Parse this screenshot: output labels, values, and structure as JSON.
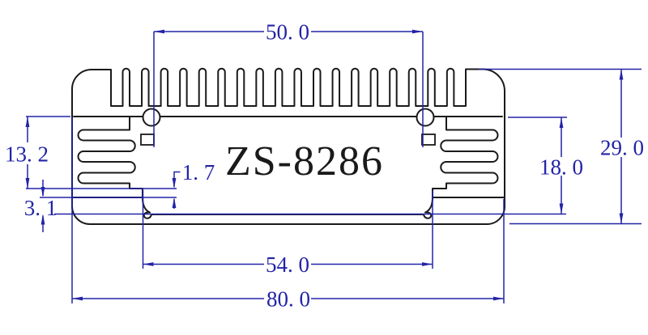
{
  "drawing": {
    "title": "ZS-8286",
    "dimensions": {
      "fin_span_top": {
        "label": "50. 0",
        "value": 50.0,
        "orientation": "horizontal"
      },
      "overall_height": {
        "label": "29. 0",
        "value": 29.0,
        "orientation": "vertical"
      },
      "cavity_height": {
        "label": "18. 0",
        "value": 18.0,
        "orientation": "vertical"
      },
      "side_height": {
        "label": "13. 2",
        "value": 13.2,
        "orientation": "vertical"
      },
      "ledge_thickness": {
        "label": "1. 7",
        "value": 1.7,
        "orientation": "vertical"
      },
      "floor_step": {
        "label": "3. 1",
        "value": 3.1,
        "orientation": "vertical"
      },
      "cavity_width": {
        "label": "54. 0",
        "value": 54.0,
        "orientation": "horizontal"
      },
      "overall_width": {
        "label": "80. 0",
        "value": 80.0,
        "orientation": "horizontal"
      }
    },
    "colors": {
      "dimension_color": "#2323a8",
      "outline_color": "#1a1a1a",
      "background": "#ffffff"
    }
  }
}
